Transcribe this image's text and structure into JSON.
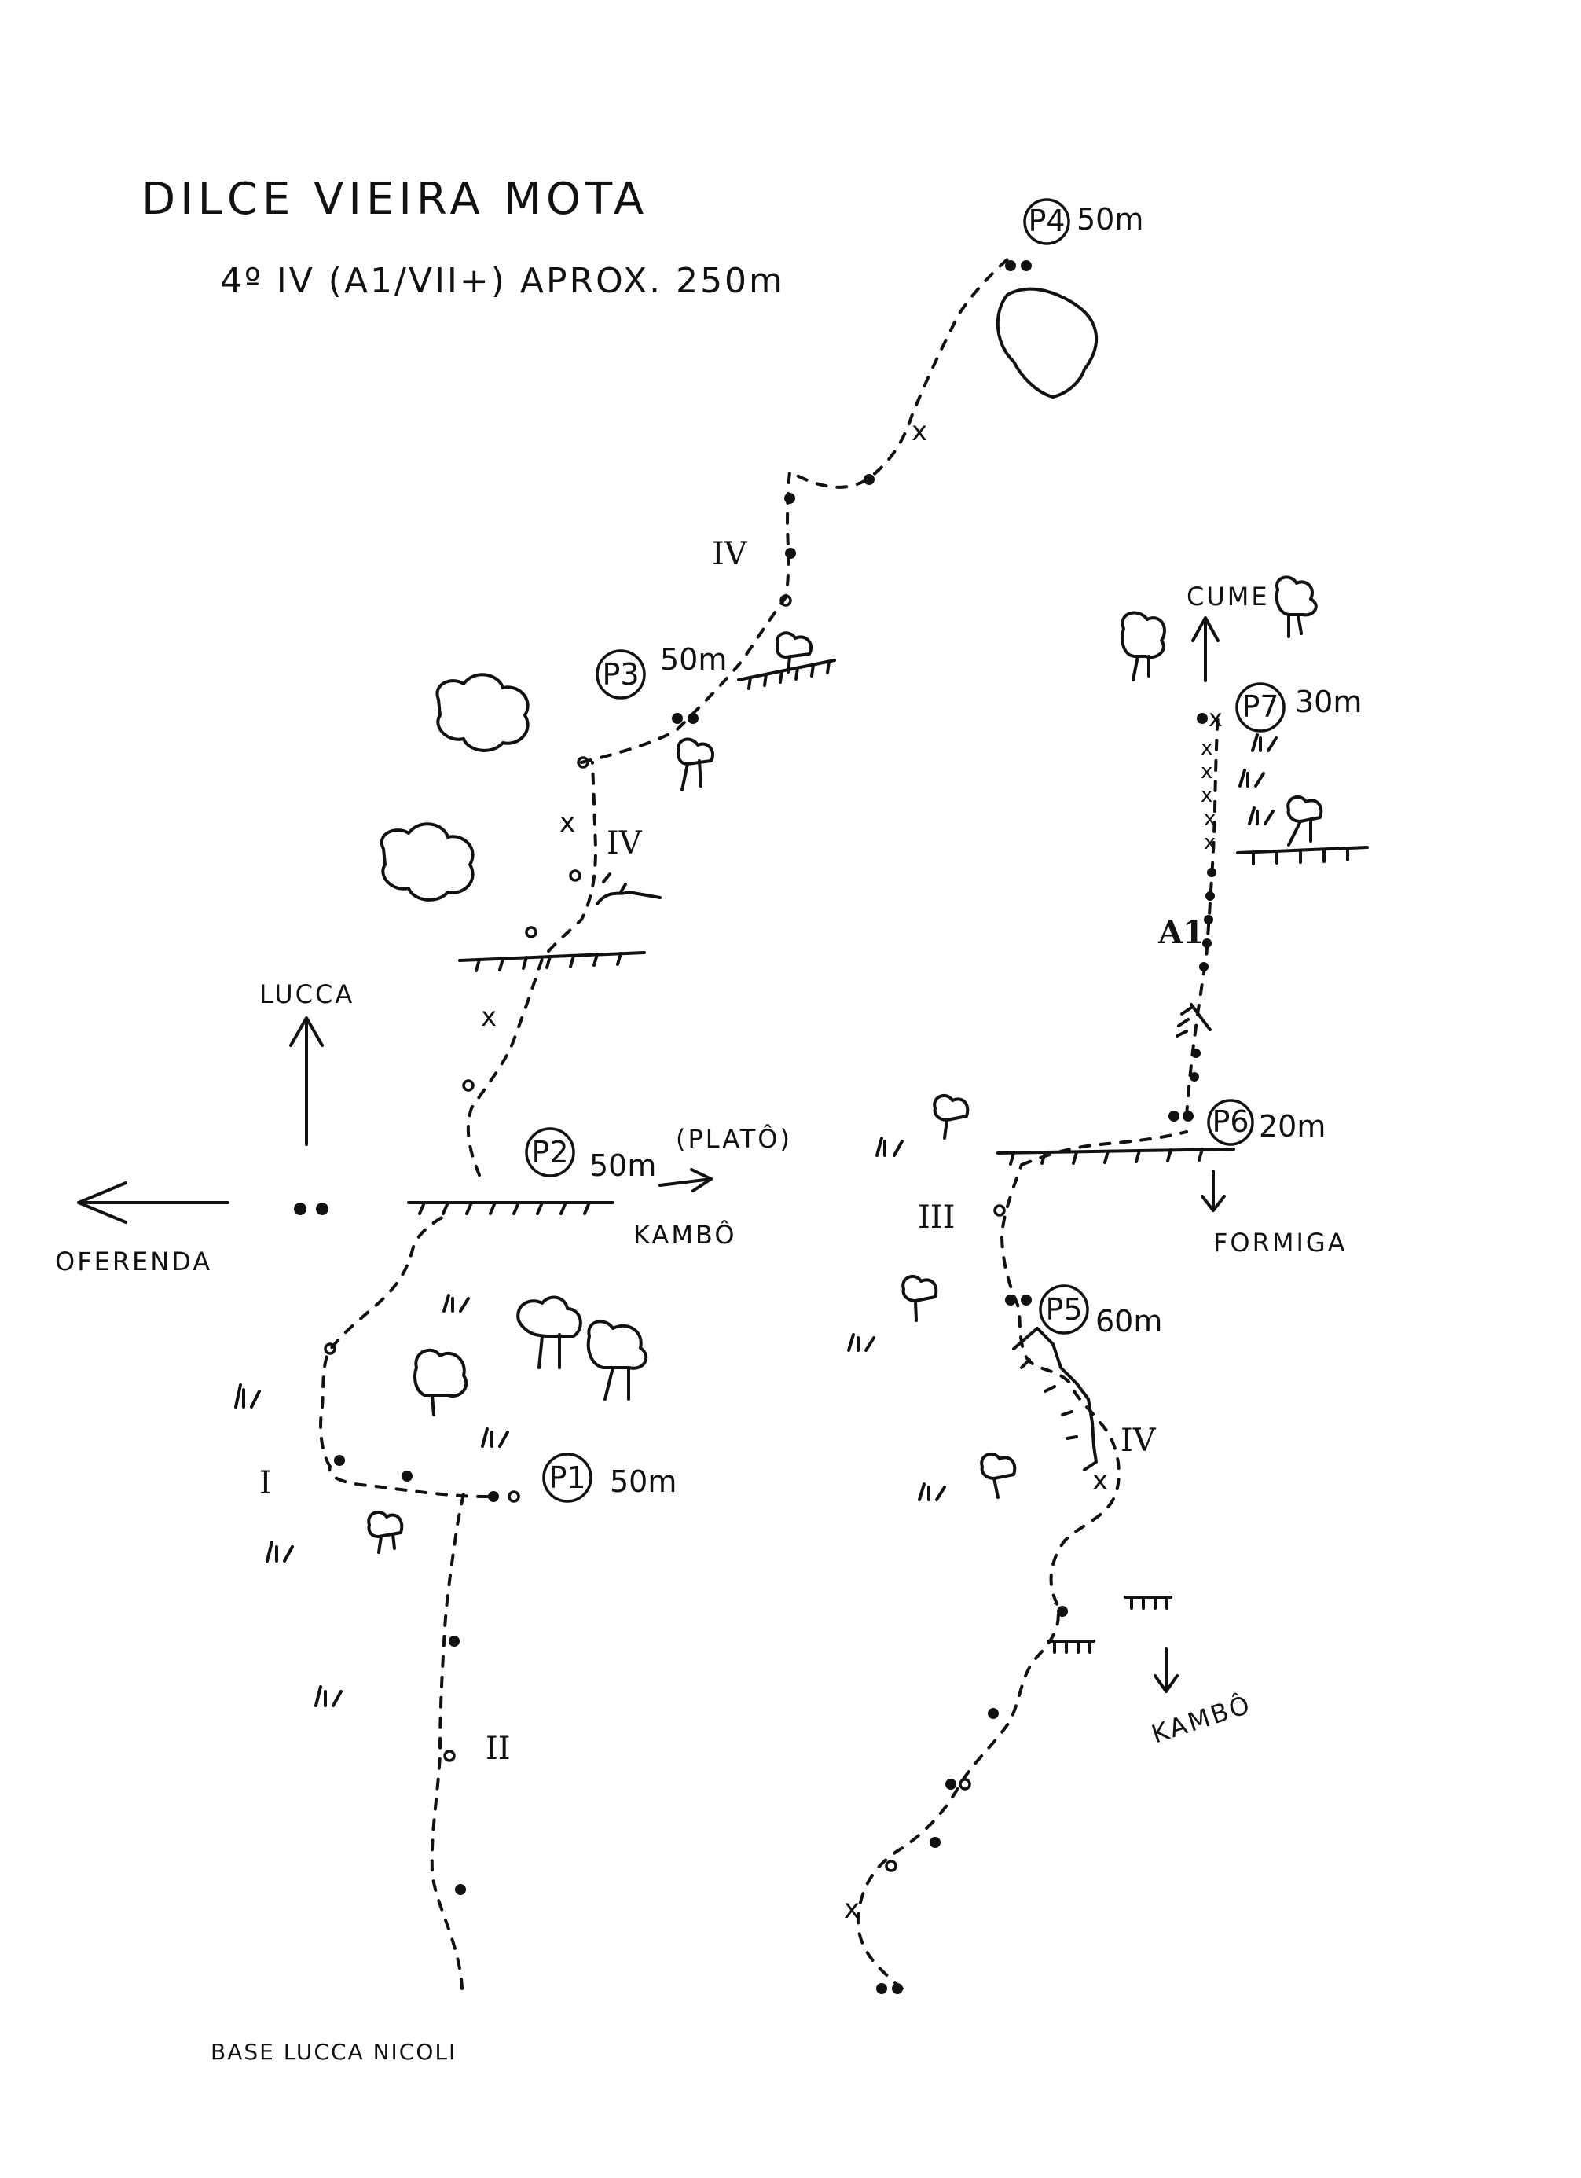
{
  "title": "DILCE VIEIRA MOTA",
  "subtitle": "4º IV (A1/VII+) APROX. 250m",
  "credit": "BASE LUCCA NICOLI",
  "pitches": {
    "p1": {
      "label": "P1",
      "length": "50m"
    },
    "p2": {
      "label": "P2",
      "length": "50m",
      "note": "(PLATÔ)"
    },
    "p3": {
      "label": "P3",
      "length": "50m"
    },
    "p4": {
      "label": "P4",
      "length": "50m"
    },
    "p5": {
      "label": "P5",
      "length": "60m"
    },
    "p6": {
      "label": "P6",
      "length": "20m"
    },
    "p7": {
      "label": "P7",
      "length": "30m"
    }
  },
  "grades": {
    "g_ii": "II",
    "g_i": "I",
    "g_iv_low": "IV",
    "g_iv_mid": "IV",
    "g_iii": "III",
    "g_iv_right": "IV",
    "g_a1": "A1"
  },
  "directions": {
    "lucca": "LUCCA",
    "oferenda": "OFERENDA",
    "kambo_ledge": "KAMBÔ",
    "cume": "CUME",
    "formiga": "FORMIGA",
    "kambo_lower": "KAMBÔ"
  }
}
